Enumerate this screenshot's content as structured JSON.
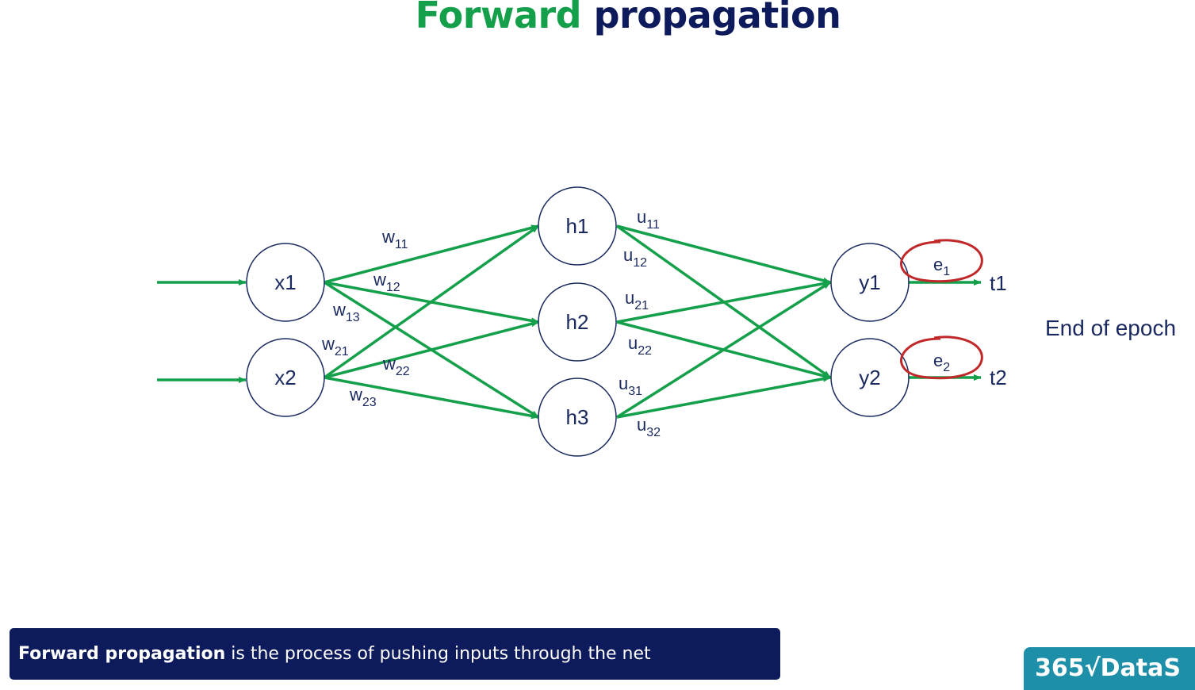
{
  "title": {
    "part1": "Forward",
    "part2": "propagation"
  },
  "nodes": {
    "x1": "x1",
    "x2": "x2",
    "h1": "h1",
    "h2": "h2",
    "h3": "h3",
    "y1": "y1",
    "y2": "y2",
    "t1": "t1",
    "t2": "t2"
  },
  "weights": {
    "w11": "11",
    "w12": "12",
    "w13": "13",
    "w21": "21",
    "w22": "22",
    "w23": "23",
    "u11": "11",
    "u12": "12",
    "u21": "21",
    "u22": "22",
    "u31": "31",
    "u32": "32",
    "w_base": "w",
    "u_base": "u"
  },
  "errors": {
    "e1_base": "e",
    "e1_sub": "1",
    "e2_base": "e",
    "e2_sub": "2"
  },
  "side_note": "End of epoch",
  "caption": {
    "bold": "Forward propagation",
    "rest": " is the process of pushing inputs through the net"
  },
  "logo": "365√DataS",
  "colors": {
    "edge": "#14a04a",
    "node_stroke": "#1a2a60",
    "error_ring": "#c0282a",
    "caption_bg": "#0d1b5c",
    "logo_bg": "#1d8fa8"
  }
}
